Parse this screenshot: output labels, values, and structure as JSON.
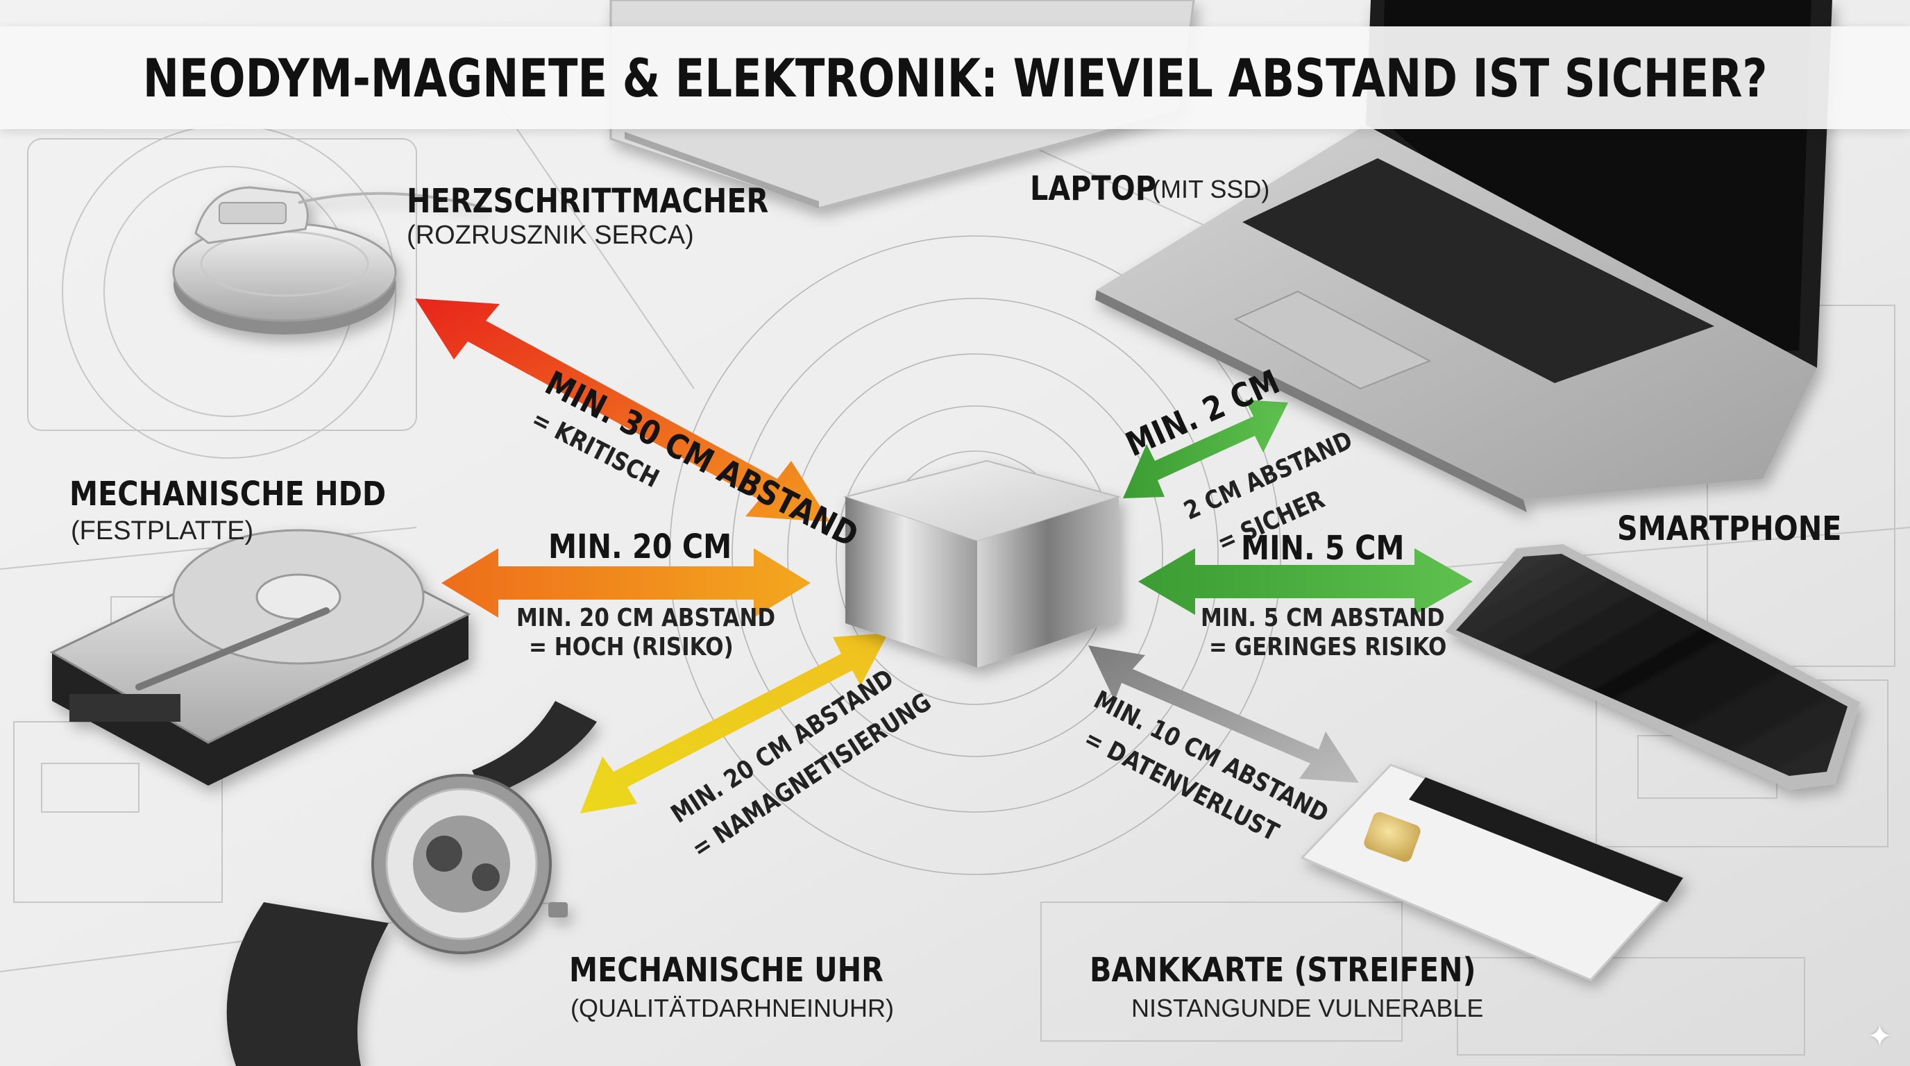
{
  "title": "NEODYM-MAGNETE & ELEKTRONIK: WIEVIEL ABSTAND IST SICHER?",
  "devices": {
    "pacemaker": {
      "name": "HERZSCHRITTMACHER",
      "sub": "(ROZRUSZNIK SERCA)"
    },
    "laptop": {
      "name": "LAPTOP",
      "sub": "(MIT SSD)"
    },
    "hdd": {
      "name": "MECHANISCHE HDD",
      "sub": "(FESTPLATTE)"
    },
    "smartphone": {
      "name": "SMARTPHONE"
    },
    "watch": {
      "name": "MECHANISCHE UHR",
      "sub": "(QUALITÄTDARHNEINUHR)"
    },
    "card": {
      "name": "BANKKARTE (STREIFEN)",
      "sub": "NISTANGUNDE VULNERABLE"
    }
  },
  "arrows": {
    "pacemaker": {
      "main": "MIN. 30 CM ABSTAND",
      "sub": "= KRITISCH",
      "color": "#e8321e"
    },
    "laptop": {
      "main": "MIN. 2 CM",
      "sub1": "2 CM ABSTAND",
      "sub2": "= SICHER",
      "color": "#3ea83a"
    },
    "hdd": {
      "main": "MIN. 20 CM",
      "sub1": "MIN. 20 CM ABSTAND",
      "sub2": "= HOCH (RISIKO)",
      "color": "#f0861c"
    },
    "smartphone": {
      "main": "MIN. 5 CM",
      "sub1": "MIN. 5 CM ABSTAND",
      "sub2": "= GERINGES RISIKO",
      "color": "#3aaa35"
    },
    "watch": {
      "main": "MIN. 20 CM ABSTAND",
      "sub": "= NAMAGNETISIERUNG",
      "color": "#e8d21c"
    },
    "card": {
      "main": "MIN. 10 CM ABSTAND",
      "sub": "= DATENVERLUST",
      "color": "#9a9a9a"
    }
  },
  "icon": "sparkle-icon"
}
